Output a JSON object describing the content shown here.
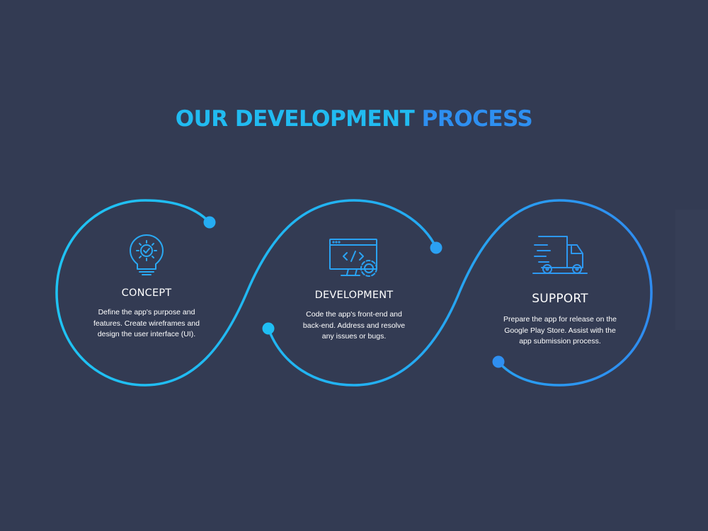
{
  "title": {
    "part1": "OUR DEVELOPMENT",
    "part2": "PROCESS"
  },
  "colors": {
    "background": "#333b53",
    "accent_cyan": "#1fc0f2",
    "accent_blue": "#2f8ef0",
    "text": "#ffffff"
  },
  "steps": [
    {
      "icon": "lightbulb-gear-icon",
      "heading": "CONCEPT",
      "lines": [
        "Define the app's purpose and",
        "features. Create wireframes and",
        "design the user interface (UI)."
      ]
    },
    {
      "icon": "monitor-code-gear-icon",
      "heading": "DEVELOPMENT",
      "lines": [
        "Code the app's front-end and",
        "back-end. Address and resolve",
        "any issues or bugs."
      ]
    },
    {
      "icon": "delivery-truck-icon",
      "heading": "SUPPORT",
      "lines": [
        "Prepare the app for release on the",
        "Google Play Store. Assist with the",
        "app submission process."
      ]
    }
  ]
}
